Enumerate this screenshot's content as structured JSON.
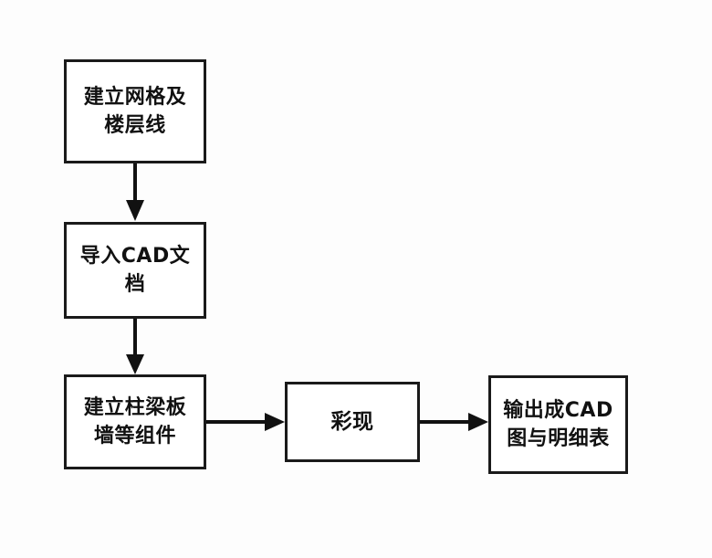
{
  "diagram": {
    "type": "flowchart",
    "orientation": "vertical-then-horizontal",
    "background_color": "#fdfdfd",
    "node_fill_color": "#ffffff",
    "node_border_color": "#1a1a1a",
    "connector_color": "#111111",
    "nodes": [
      {
        "id": "grid-floorlines",
        "label": "建立网格及\n楼层线",
        "lines": [
          "建立网格及",
          "楼层线"
        ],
        "shape": "rectangle"
      },
      {
        "id": "import-cad",
        "label": "导入CAD文\n档",
        "lines": [
          "导入CAD文",
          "档"
        ],
        "shape": "rectangle"
      },
      {
        "id": "build-members",
        "label": "建立柱梁板\n墙等组件",
        "lines": [
          "建立柱梁板",
          "墙等组件"
        ],
        "shape": "rectangle"
      },
      {
        "id": "render",
        "label": "彩现",
        "lines": [
          "彩现"
        ],
        "shape": "rectangle"
      },
      {
        "id": "output-cad",
        "label": "输出成CAD\n图与明细表",
        "lines": [
          "输出成CAD",
          "图与明细表"
        ],
        "shape": "rectangle"
      }
    ],
    "connectors": [
      {
        "id": "grid-to-import",
        "from": "grid-floorlines",
        "to": "import-cad",
        "direction": "down",
        "arrowhead": "solid-triangle"
      },
      {
        "id": "import-to-build",
        "from": "import-cad",
        "to": "build-members",
        "direction": "down",
        "arrowhead": "solid-triangle"
      },
      {
        "id": "build-to-render",
        "from": "build-members",
        "to": "render",
        "direction": "right",
        "arrowhead": "solid-triangle"
      },
      {
        "id": "render-to-output",
        "from": "render",
        "to": "output-cad",
        "direction": "right",
        "arrowhead": "solid-triangle"
      }
    ]
  }
}
